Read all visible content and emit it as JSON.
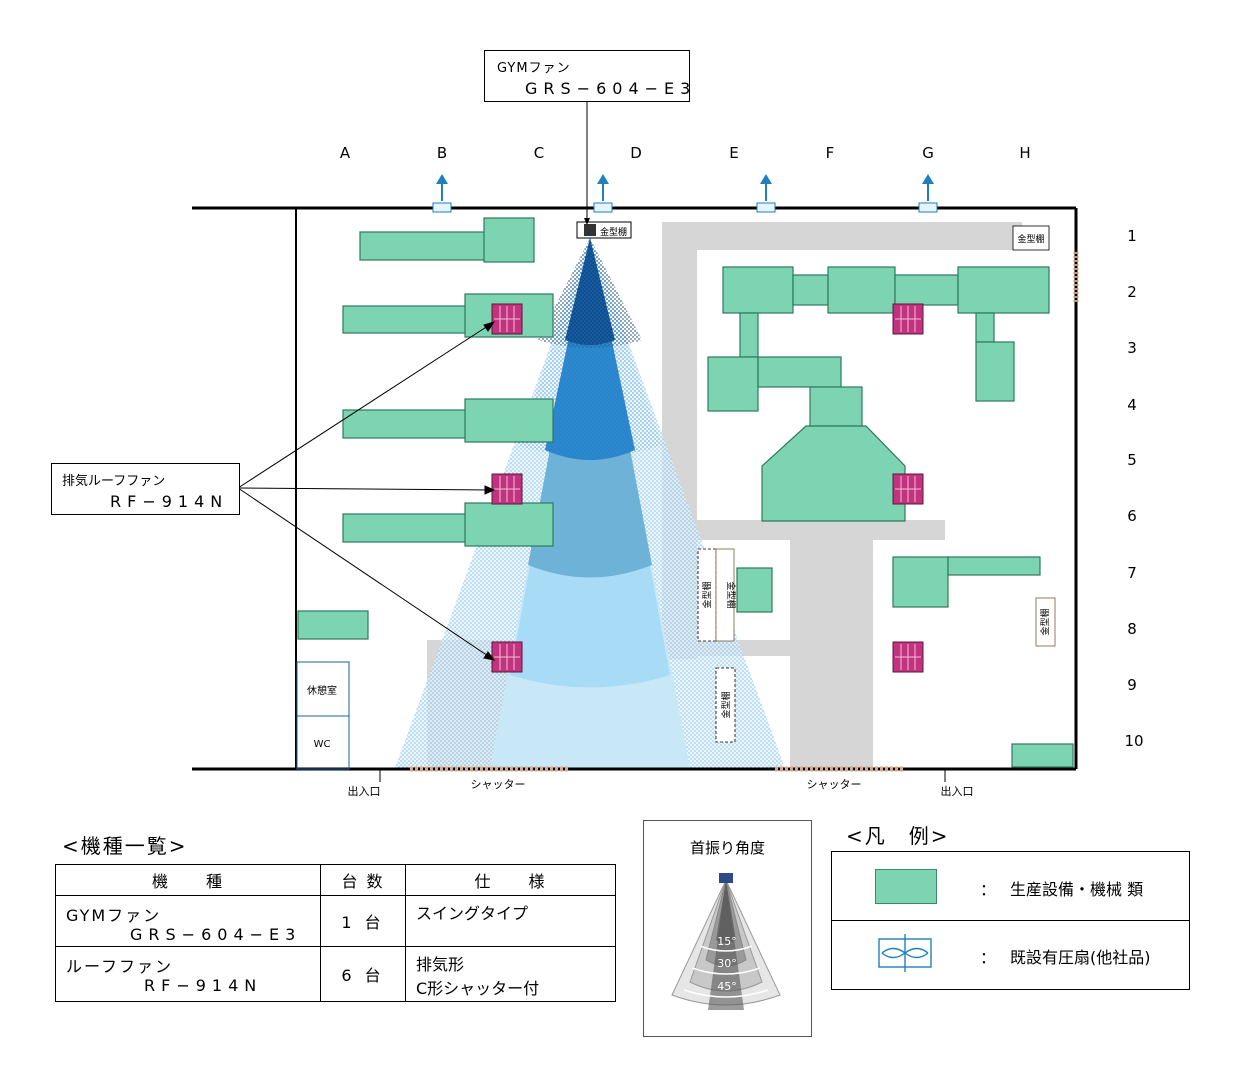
{
  "gym_fan_label": {
    "line1": "GYMファン",
    "line2": "GRS−604−E3"
  },
  "roof_fan_label": {
    "line1": "排気ルーフファン",
    "line2": "RF−914N"
  },
  "columns": [
    "A",
    "B",
    "C",
    "D",
    "E",
    "F",
    "G",
    "H"
  ],
  "rows": [
    "1",
    "2",
    "3",
    "4",
    "5",
    "6",
    "7",
    "8",
    "9",
    "10"
  ],
  "room_labels": {
    "kanagata_top": "金型棚",
    "kanagata_right1": "金型棚",
    "kanagata_right2": "金型棚",
    "kanagata_mid1": "金型棚",
    "kanagata_mid2": "金型棚",
    "kanagata_mid3": "金型棚",
    "rest_room": "休憩室",
    "wc": "WC",
    "entrance_left": "出入口",
    "entrance_right": "出入口",
    "shutter_left": "シャッター",
    "shutter_right": "シャッター"
  },
  "equipment_list": {
    "title": "<機種一覧>",
    "headers": {
      "model": "機　　種",
      "qty": "台 数",
      "spec": "仕　　様"
    },
    "rows": [
      {
        "model_a": "GYMファン",
        "model_b": "GRS−604−E3",
        "qty": "1 台",
        "spec_1": "スイングタイプ",
        "spec_2": ""
      },
      {
        "model_a": "ルーフファン",
        "model_b": "RF−914N",
        "qty": "6 台",
        "spec_1": "排気形",
        "spec_2": "C形シャッター付"
      }
    ]
  },
  "swing_angle": {
    "title": "首振り角度",
    "angles": [
      "15°",
      "30°",
      "45°"
    ]
  },
  "legend": {
    "title": "<凡　例>",
    "items": [
      {
        "sep": "：",
        "label": "生産設備・機械 類"
      },
      {
        "sep": "：",
        "label": "既設有圧扇(他社品)"
      }
    ]
  },
  "colors": {
    "equipment": "#7cd4b2",
    "roof_fan": "#c2327e",
    "existing_fan": "#1f7fbf",
    "aisle": "#d6d6d6",
    "cone_dark": "#0d4f93",
    "cone_mid": "#2a86cc",
    "cone_light": "#9ad4f2"
  }
}
